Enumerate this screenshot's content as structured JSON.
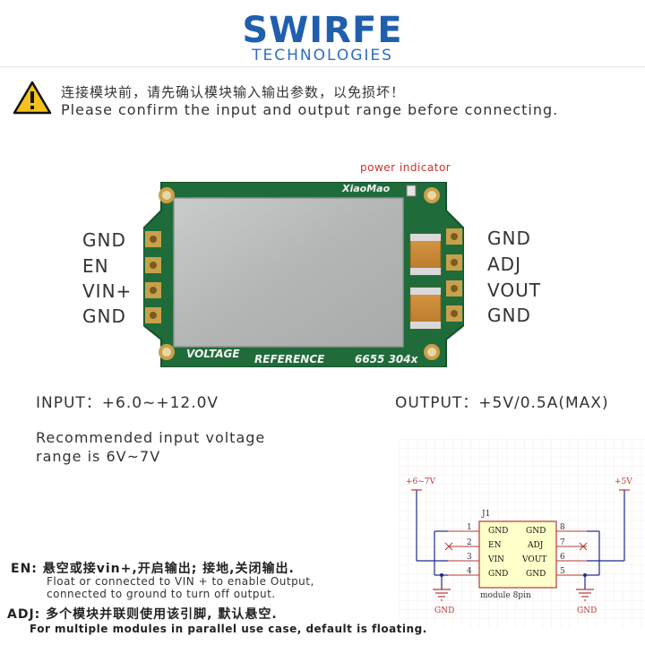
{
  "logo": {
    "name": "SWIRFE",
    "subtitle": "TECHNOLOGIES"
  },
  "warning": {
    "cn": "连接模块前，请先确认模块输入输出参数，以免损坏！",
    "en": "Please confirm the input and output range before connecting.",
    "icon": "warning-triangle-icon"
  },
  "board": {
    "power_label": "power indicator",
    "brand_print": "XiaoMao",
    "silk_left": "VOLTAGE",
    "silk_mid": "REFERENCE",
    "silk_right": "6655 304x",
    "left_pins": [
      "GND",
      "EN",
      "VIN+",
      "GND"
    ],
    "right_pins": [
      "GND",
      "ADJ",
      "VOUT",
      "GND"
    ]
  },
  "specs": {
    "input": "INPUT：+6.0~+12.0V",
    "output": "OUTPUT：+5V/0.5A(MAX)",
    "recommend_line1": "Recommended input voltage",
    "recommend_line2": "range is 6V~7V"
  },
  "schematic": {
    "vin": "+6~7V",
    "vout": "+5V",
    "ref": "J1",
    "part": "module 8pin",
    "left_pins": [
      {
        "num": "1",
        "name": "GND"
      },
      {
        "num": "2",
        "name": "EN"
      },
      {
        "num": "3",
        "name": "VIN"
      },
      {
        "num": "4",
        "name": "GND"
      }
    ],
    "right_pins": [
      {
        "num": "8",
        "name": "GND"
      },
      {
        "num": "7",
        "name": "ADJ"
      },
      {
        "num": "6",
        "name": "VOUT"
      },
      {
        "num": "5",
        "name": "GND"
      }
    ],
    "gnd_left": "GND",
    "gnd_right": "GND"
  },
  "notes": {
    "en_title": "EN: 悬空或接vin+,开启输出; 接地,关闭输出.",
    "en_line1": "Float or connected to VIN + to enable Output,",
    "en_line2": "connected to ground to turn off output.",
    "adj_title": "ADJ: 多个模块并联则使用该引脚, 默认悬空.",
    "adj_line": "For multiple modules in parallel use case, default is floating."
  },
  "colors": {
    "logo_blue": "#1f5fae",
    "pcb_green": "#1f6b3a",
    "shield_silver": "#b9bcbb",
    "power_label_red": "#c8332b",
    "schematic_wire": "#1a2a8a",
    "schematic_red": "#b33a3a"
  }
}
